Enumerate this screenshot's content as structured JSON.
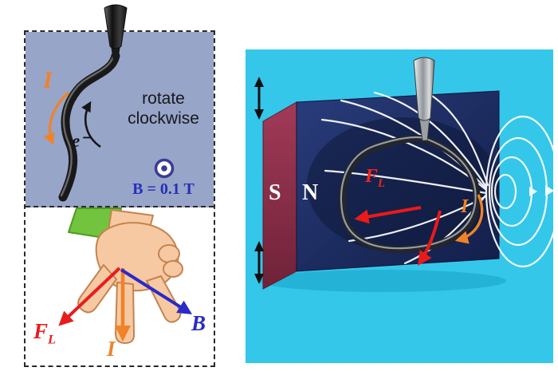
{
  "figure": {
    "type": "physics-diagram",
    "topic": "Lorentz force on a rotating crank wire in a magnetic field"
  },
  "colors": {
    "panel_blue": "#97a5c9",
    "cyan_background": "#34c7ea",
    "magnet_south_red": "#8e2e4a",
    "magnet_north_navy": "#1e2d5f",
    "current_orange": "#f08228",
    "force_red": "#e81c1c",
    "field_vector_blue": "#2a2ac8",
    "field_text_blue": "#2531b4",
    "sleeve_green": "#72c33e",
    "skin_tone": "#f7c9a2",
    "field_lines_white": "#ffffff"
  },
  "icons": {
    "field_direction": "b-field-out-of-page-icon (circle with center dot)"
  },
  "left_panel": {
    "current_label": "I",
    "electron_label": "e⁻",
    "rotate_label": {
      "line1": "rotate",
      "line2": "clockwise"
    },
    "field_value": "B = 0.1 T",
    "hand_rule": {
      "force_label": "F",
      "force_subscript": "L",
      "current_label": "I",
      "field_label": "B"
    }
  },
  "right_panel": {
    "magnet": {
      "south_label": "S",
      "north_label": "N"
    },
    "force_label": "F",
    "force_subscript": "L",
    "current_label": "I"
  }
}
